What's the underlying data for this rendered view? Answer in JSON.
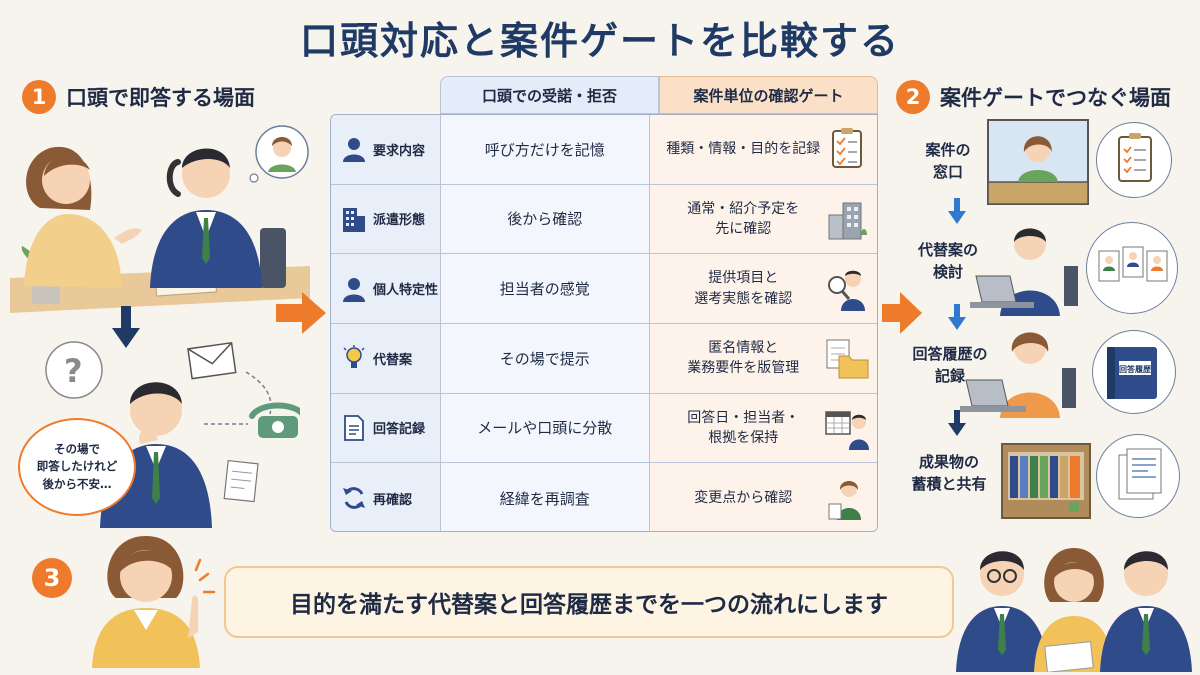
{
  "title": "口頭対応と案件ゲートを比較する",
  "left_section": {
    "number": "1",
    "heading": "口頭で即答する場面",
    "speech": "その場で\n即答したけれど\n後から不安…"
  },
  "right_section": {
    "number": "2",
    "heading": "案件ゲートでつなぐ場面",
    "steps": [
      {
        "label": "案件の\n窓口"
      },
      {
        "label": "代替案の\n検討"
      },
      {
        "label": "回答履歴の\n記録"
      },
      {
        "label": "成果物の\n蓄積と共有"
      }
    ],
    "binder_label": "回答履歴"
  },
  "table": {
    "col_a_header": "口頭での受諾・拒否",
    "col_b_header": "案件単位の確認ゲート",
    "rows": [
      {
        "icon": "person-icon",
        "label": "要求内容",
        "a": "呼び方だけを記憶",
        "b": "種類・情報・目的を記録"
      },
      {
        "icon": "building-icon",
        "label": "派遣形態",
        "a": "後から確認",
        "b": "通常・紹介予定を\n先に確認"
      },
      {
        "icon": "person-icon",
        "label": "個人特定性",
        "a": "担当者の感覚",
        "b": "提供項目と\n選考実態を確認"
      },
      {
        "icon": "lightbulb-icon",
        "label": "代替案",
        "a": "その場で提示",
        "b": "匿名情報と\n業務要件を版管理"
      },
      {
        "icon": "document-icon",
        "label": "回答記録",
        "a": "メールや口頭に分散",
        "b": "回答日・担当者・\n根拠を保持"
      },
      {
        "icon": "refresh-icon",
        "label": "再確認",
        "a": "経緯を再調査",
        "b": "変更点から確認"
      }
    ]
  },
  "footer": {
    "number": "3",
    "message": "目的を満たす代替案と回答履歴までを一つの流れにします"
  },
  "colors": {
    "navy": "#1f3a64",
    "orange": "#ee7a2b",
    "col_a_bg": "#e3ecf8",
    "col_b_bg": "#fbe0c8"
  }
}
